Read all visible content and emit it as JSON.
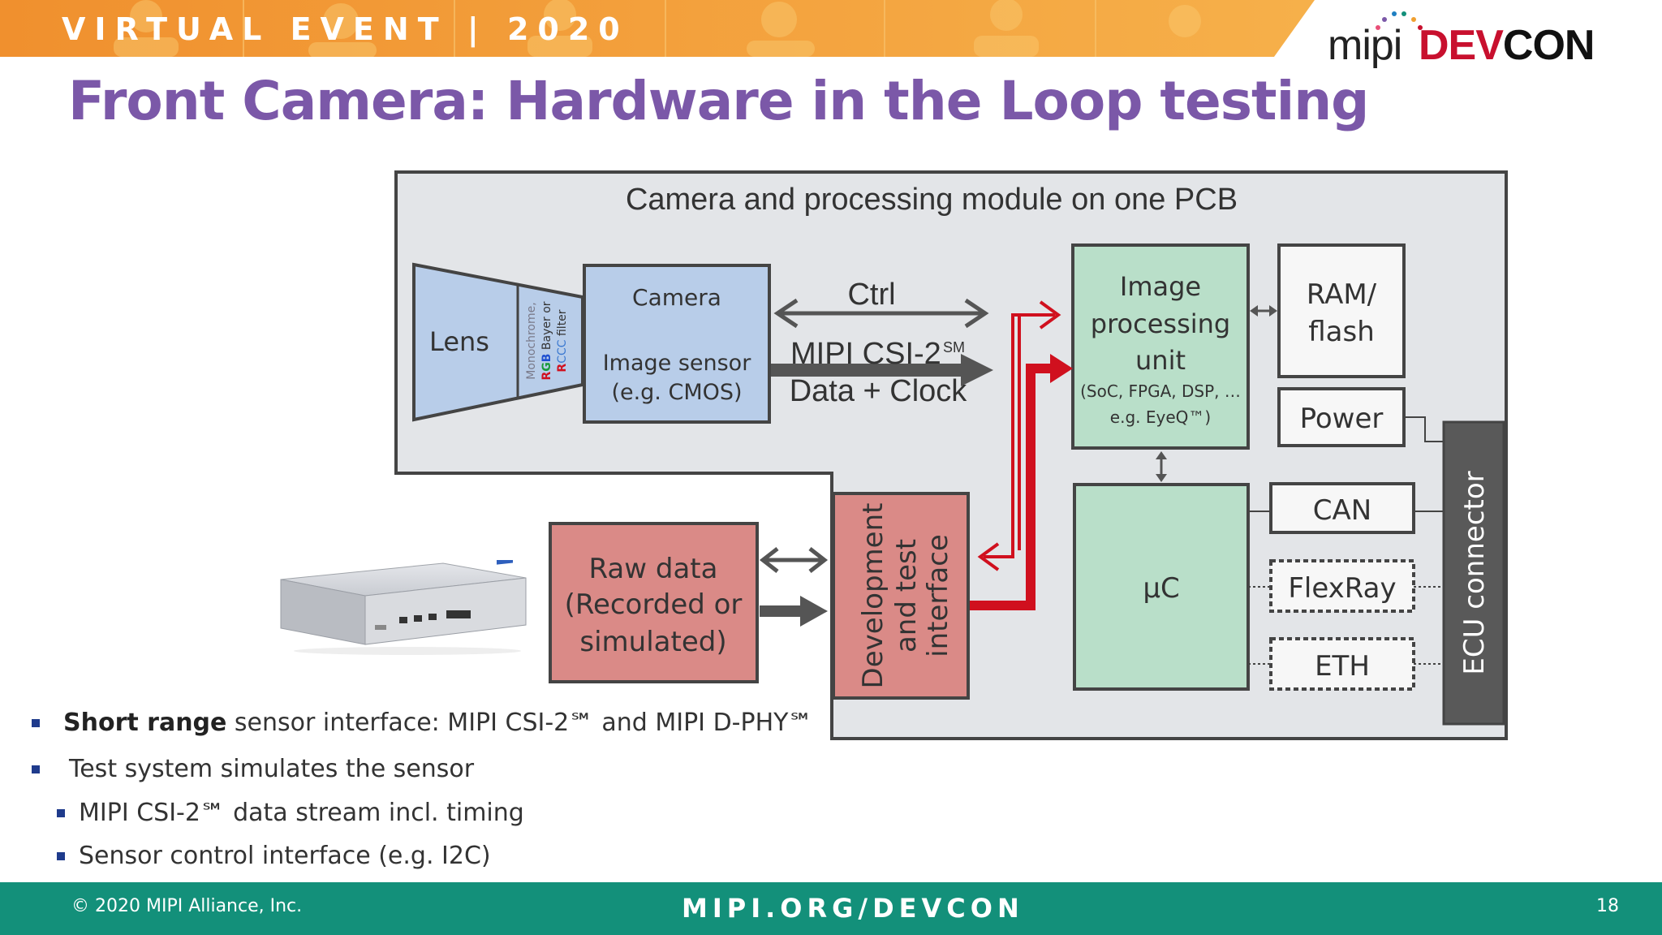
{
  "header": {
    "event": "VIRTUAL EVENT | 2020",
    "logo_mipi": "mipi",
    "logo_dev": "DEV",
    "logo_con": "CON"
  },
  "title": "Front Camera: Hardware in the Loop testing",
  "diagram": {
    "pcb_title": "Camera and processing module on one PCB",
    "lens": "Lens",
    "filter_line1": "Monochrome,",
    "filter_line2_r": "R",
    "filter_line2_g": "G",
    "filter_line2_b": "B",
    "filter_line2_rest": " Bayer or",
    "filter_line3_r": "R",
    "filter_line3_ccc": "CCC",
    "filter_line3_rest": " filter",
    "camera": "Camera",
    "image_sensor": "Image sensor",
    "image_sensor_eg": "(e.g. CMOS)",
    "ctrl": "Ctrl",
    "mipi_csi": "MIPI CSI-2",
    "sm": "SM",
    "data_clock": "Data + Clock",
    "ipu_line1": "Image",
    "ipu_line2": "processing",
    "ipu_line3": "unit",
    "ipu_sub1": "(SoC, FPGA, DSP, …",
    "ipu_sub2": "e.g. EyeQ™)",
    "ram_line1": "RAM/",
    "ram_line2": "flash",
    "power": "Power",
    "uc": "µC",
    "can": "CAN",
    "flexray": "FlexRay",
    "eth": "ETH",
    "ecu": "ECU connector",
    "raw_line1": "Raw data",
    "raw_line2": "(Recorded or",
    "raw_line3": "simulated)",
    "dev_line1": "Development",
    "dev_line2": "and test",
    "dev_line3": "interface"
  },
  "bullets": {
    "b1_bold": "Short range",
    "b1_rest": " sensor interface: MIPI CSI-2℠ and MIPI D-PHY℠",
    "b2": "Test system simulates the sensor",
    "b3": "MIPI CSI-2℠ data stream incl. timing",
    "b4": "Sensor control interface (e.g. I2C)"
  },
  "footer": {
    "copyright": "© 2020 MIPI Alliance, Inc.",
    "url": "MIPI.ORG/DEVCON",
    "page": "18"
  },
  "colors": {
    "title": "#7b58a8",
    "footer": "#13907a",
    "banner": "#f4a03c",
    "lens_fill": "#b8cde9",
    "green_fill": "#b9dfc9",
    "red_fill": "#da8a87",
    "arrow_red": "#d0101e",
    "ecu_fill": "#595959",
    "pcb_fill": "#e3e5e8"
  }
}
